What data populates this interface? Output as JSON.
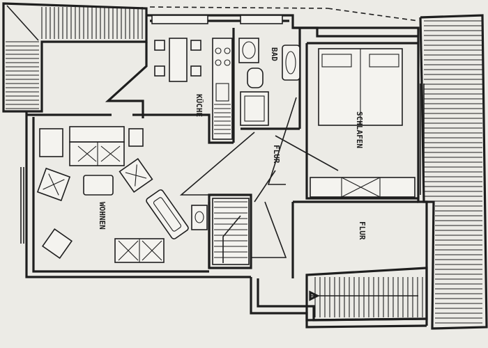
{
  "plan": {
    "rooms": {
      "kueche": "KÜCHE",
      "bad": "BAD",
      "schlafen": "SCHLAFEN",
      "flur_upper": "FLUR",
      "flur_lower": "FLUR",
      "wohnen": "WOHNEN"
    }
  },
  "colors": {
    "paper": "#ecebe6",
    "ink": "#1e1e1e"
  }
}
